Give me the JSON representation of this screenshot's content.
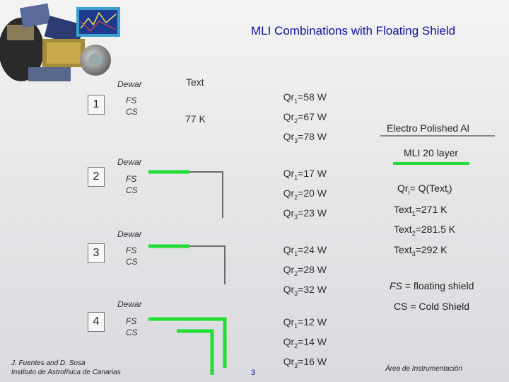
{
  "title": "MLI Combinations with Floating Shield",
  "header": {
    "text_label": "Text",
    "temp_label": "77 K"
  },
  "rows": [
    {
      "num": "1",
      "dewar": "Dewar",
      "fs": "FS",
      "cs": "CS",
      "q": [
        {
          "k": "Qr",
          "s": "1",
          "v": "=58 W"
        },
        {
          "k": "Qr",
          "s": "2",
          "v": "=67 W"
        },
        {
          "k": "Qr",
          "s": "3",
          "v": "=78 W"
        }
      ]
    },
    {
      "num": "2",
      "dewar": "Dewar",
      "fs": "FS",
      "cs": "CS",
      "q": [
        {
          "k": "Qr",
          "s": "1",
          "v": "=17 W"
        },
        {
          "k": "Qr",
          "s": "2",
          "v": "=20 W"
        },
        {
          "k": "Qr",
          "s": "3",
          "v": "=23 W"
        }
      ]
    },
    {
      "num": "3",
      "dewar": "Dewar",
      "fs": "FS",
      "cs": "CS",
      "q": [
        {
          "k": "Qr",
          "s": "1",
          "v": "=24 W"
        },
        {
          "k": "Qr",
          "s": "2",
          "v": "=28 W"
        },
        {
          "k": "Qr",
          "s": "3",
          "v": "=32 W"
        }
      ]
    },
    {
      "num": "4",
      "dewar": "Dewar",
      "fs": "FS",
      "cs": "CS",
      "q": [
        {
          "k": "Qr",
          "s": "1",
          "v": "=12 W"
        },
        {
          "k": "Qr",
          "s": "2",
          "v": "=14 W"
        },
        {
          "k": "Qr",
          "s": "3",
          "v": "=16 W"
        }
      ]
    }
  ],
  "legend": {
    "electro": "Electro Polished Al",
    "mli": "MLI 20 layer",
    "formula_a": "Qr",
    "formula_sub_i": "i",
    "formula_b": "= Q(Text",
    "formula_c": ")",
    "t1_a": "Text",
    "t1_s": "1",
    "t1_v": "=271 K",
    "t2_a": "Text",
    "t2_s": "2",
    "t2_v": "=281.5 K",
    "t3_a": "Text",
    "t3_s": "3",
    "t3_v": "=292 K",
    "fs_def": "= floating shield",
    "fs_abbr": "FS",
    "cs_def": "CS = Cold Shield"
  },
  "footer": {
    "author": "J. Fuentes and D. Sosa",
    "institute": "Instituto de Astrofísica de Canarias",
    "page": "3",
    "area": "Área de Instrumentación"
  },
  "colors": {
    "green": "#22dd33",
    "title": "#1010a0",
    "page_num": "#1010a0",
    "black_line": "#222222"
  },
  "icons": {
    "logo": "satellite-collage-icon"
  }
}
